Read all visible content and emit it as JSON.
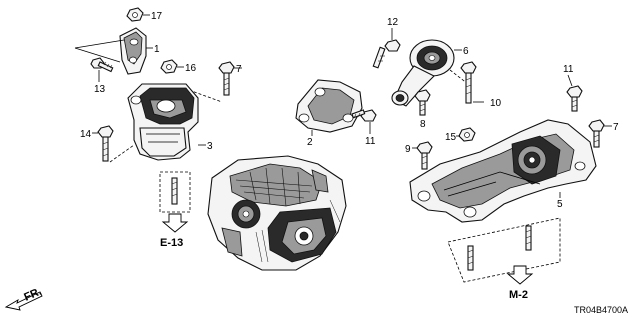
{
  "callouts": {
    "c1": "1",
    "c2": "2",
    "c3": "3",
    "c5": "5",
    "c6": "6",
    "c7": "7",
    "c8": "8",
    "c9": "9",
    "c10": "10",
    "c11a": "11",
    "c11b": "11",
    "c12": "12",
    "c13": "13",
    "c14": "14",
    "c15": "15",
    "c16": "16",
    "c17": "17"
  },
  "references": {
    "e13": "E-13",
    "m2": "M-2",
    "fr": "FR."
  },
  "diagram_code": "TR04B4700A"
}
